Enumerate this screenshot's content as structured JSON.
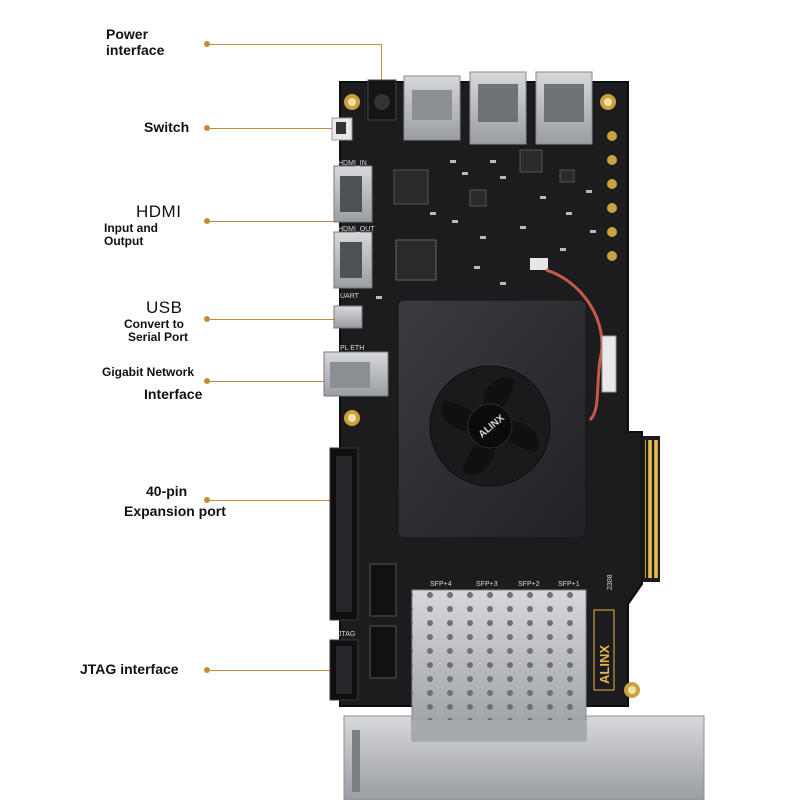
{
  "colors": {
    "leader": "#c98a3a",
    "pcb": "#1c1c1e",
    "heatsink": "#2e2f33",
    "gold": "#d4a83a",
    "metal": "#b9bcc0",
    "brand": "#e8b64a"
  },
  "callouts": {
    "power": {
      "line1": "Power",
      "line2": "interface"
    },
    "switch": {
      "line1": "Switch"
    },
    "hdmi": {
      "line1": "HDMI",
      "line2": "Input and",
      "line3": "Output"
    },
    "usb": {
      "line1": "USB",
      "line2": "Convert to",
      "line3": "Serial Port"
    },
    "gigabit": {
      "line1": "Gigabit Network",
      "line2": "Interface"
    },
    "expansion": {
      "line1": "40-pin",
      "line2": "Expansion port"
    },
    "jtag": {
      "line1": "JTAG interface"
    }
  },
  "board": {
    "brand": "ALINX",
    "fan_brand": "ALINX",
    "silk": {
      "hdmi_in": "HDMI_IN",
      "hdmi_out": "HDMI_OUT",
      "uart": "UART",
      "pl_eth": "PL ETH",
      "jtag": "JTAG",
      "sfp1": "SFP+1",
      "sfp2": "SFP+2",
      "sfp3": "SFP+3",
      "sfp4": "SFP+4",
      "code": "2308"
    },
    "icons": [
      "heatsink-fan-icon",
      "hdmi-port-icon",
      "sfp-cage-icon",
      "pcie-edge-icon"
    ]
  }
}
